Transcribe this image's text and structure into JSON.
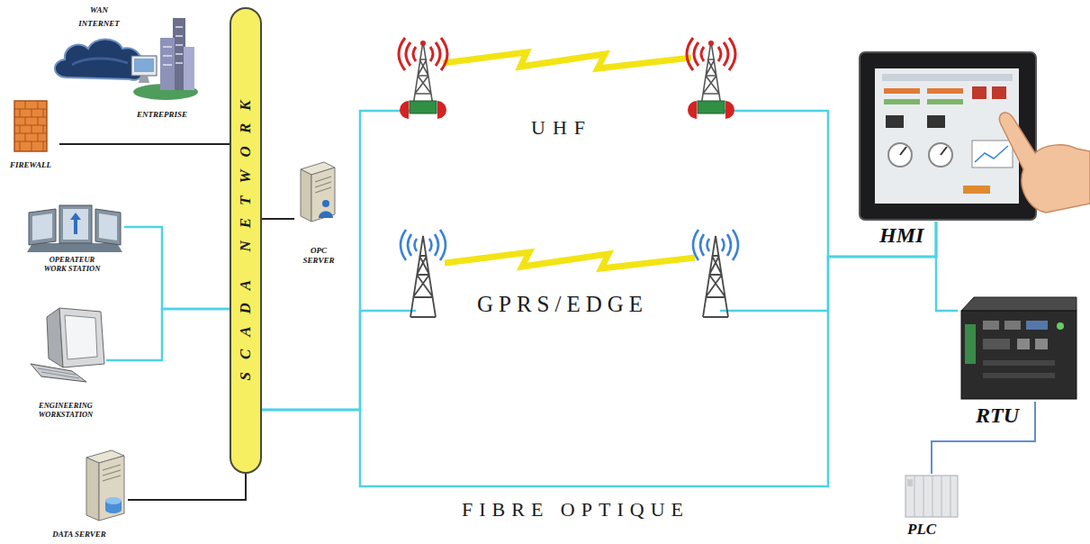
{
  "diagram": {
    "nodes": [
      {
        "text": [
          "SCADA NETWORK"
        ]
      },
      {
        "text": [
          "WAN INTERNET"
        ]
      },
      {
        "text": [
          "ENTREPRISE"
        ]
      },
      {
        "text": [
          "FIREWALL"
        ]
      },
      {
        "text": [
          "OPERATEUR WORK STATION"
        ]
      },
      {
        "text": [
          "ENGINEERING WORKSTATION"
        ]
      },
      {
        "text": [
          "DATA SERVER"
        ]
      },
      {
        "text": [
          "OPC SERVER"
        ]
      },
      {
        "text": [
          "HMI"
        ]
      },
      {
        "text": [
          "RTU"
        ]
      },
      {
        "text": [
          "PLC"
        ]
      }
    ],
    "edges": [
      {
        "from": 3,
        "to": 0,
        "arrow": "none"
      },
      {
        "from": 4,
        "to": 0,
        "arrow": "none"
      },
      {
        "from": 5,
        "to": 0,
        "arrow": "none"
      },
      {
        "from": 6,
        "to": 0,
        "arrow": "none"
      },
      {
        "from": 7,
        "to": 0,
        "arrow": "none"
      },
      {
        "from": 0,
        "to": 8,
        "label": "UHF",
        "arrow": "none"
      },
      {
        "from": 0,
        "to": 8,
        "label": "GPRS/EDGE",
        "arrow": "none"
      },
      {
        "from": 0,
        "to": 8,
        "label": "FIBRE OPTIQUE",
        "arrow": "none"
      },
      {
        "from": 8,
        "to": 9,
        "arrow": "none"
      },
      {
        "from": 9,
        "to": 10,
        "arrow": "none"
      }
    ]
  }
}
